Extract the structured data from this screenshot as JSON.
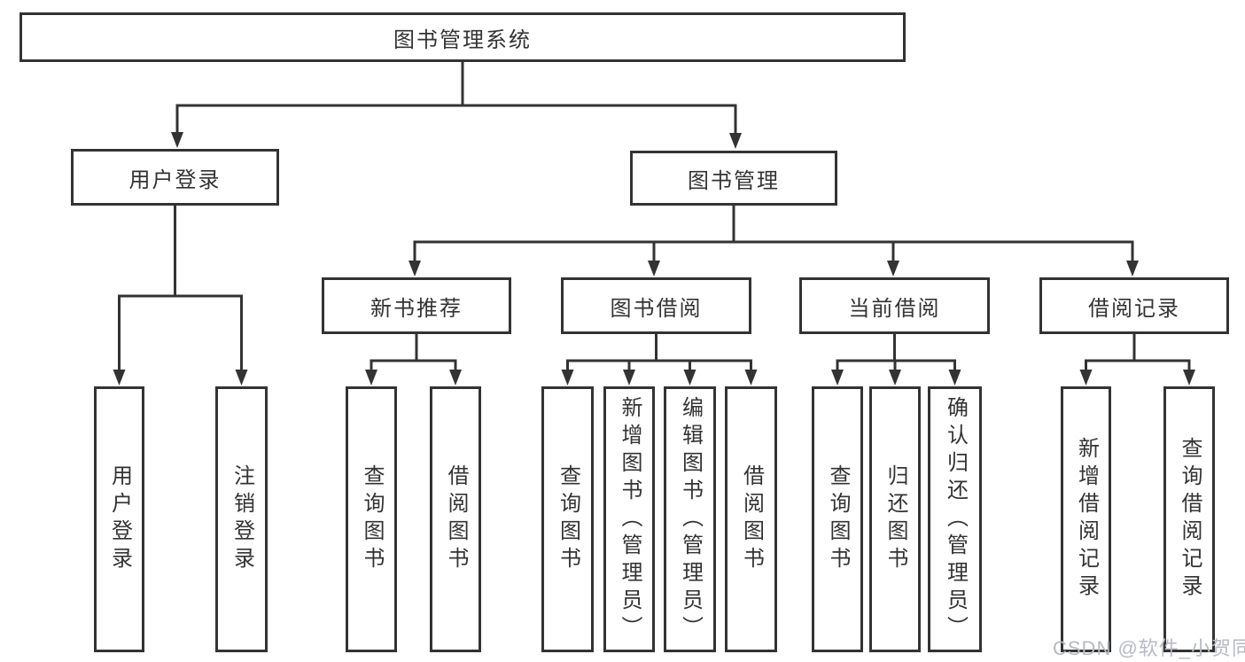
{
  "diagram": {
    "root": {
      "label": "图书管理系统"
    },
    "branches": [
      {
        "label": "用户登录",
        "children": [
          {
            "label": "用户登录"
          },
          {
            "label": "注销登录"
          }
        ]
      },
      {
        "label": "图书管理",
        "children": [
          {
            "label": "新书推荐",
            "children": [
              {
                "label": "查询图书"
              },
              {
                "label": "借阅图书"
              }
            ]
          },
          {
            "label": "图书借阅",
            "children": [
              {
                "label": "查询图书"
              },
              {
                "label": "新增图书（管理员）"
              },
              {
                "label": "编辑图书（管理员）"
              },
              {
                "label": "借阅图书"
              }
            ]
          },
          {
            "label": "当前借阅",
            "children": [
              {
                "label": "查询图书"
              },
              {
                "label": "归还图书"
              },
              {
                "label": "确认归还（管理员）"
              }
            ]
          },
          {
            "label": "借阅记录",
            "children": [
              {
                "label": "新增借阅记录"
              },
              {
                "label": "查询借阅记录"
              }
            ]
          }
        ]
      }
    ],
    "colors": {
      "line": "#333333",
      "text": "#333333",
      "box_background": "#ffffff",
      "watermark": "#b6bac2"
    }
  },
  "watermark": {
    "text": "CSDN @软件_小贺同学"
  }
}
